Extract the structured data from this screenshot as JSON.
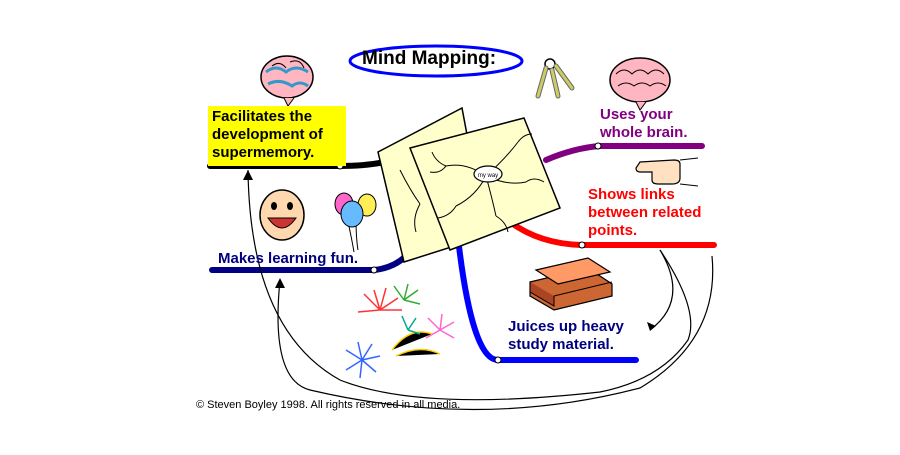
{
  "title": "Mind Mapping:",
  "branches": {
    "facilitates": [
      "Facilitates the",
      "development of",
      "supermemory."
    ],
    "uses": [
      "Uses your",
      "whole brain."
    ],
    "shows": [
      "Shows links",
      "between related",
      "points."
    ],
    "makes": [
      "Makes learning fun."
    ],
    "juices": [
      "Juices up heavy",
      "study material."
    ]
  },
  "center_label": "my way",
  "copyright": "© Steven Boyley 1998. All rights reserved in all media.",
  "colors": {
    "black_branch": "#000000",
    "purple_branch": "#800080",
    "red_branch": "#ff0000",
    "navy_branch": "#000080",
    "blue_branch": "#0000ff",
    "highlight": "#ffff00",
    "paper": "#ffffcc",
    "title_ellipse": "#0000ff"
  }
}
